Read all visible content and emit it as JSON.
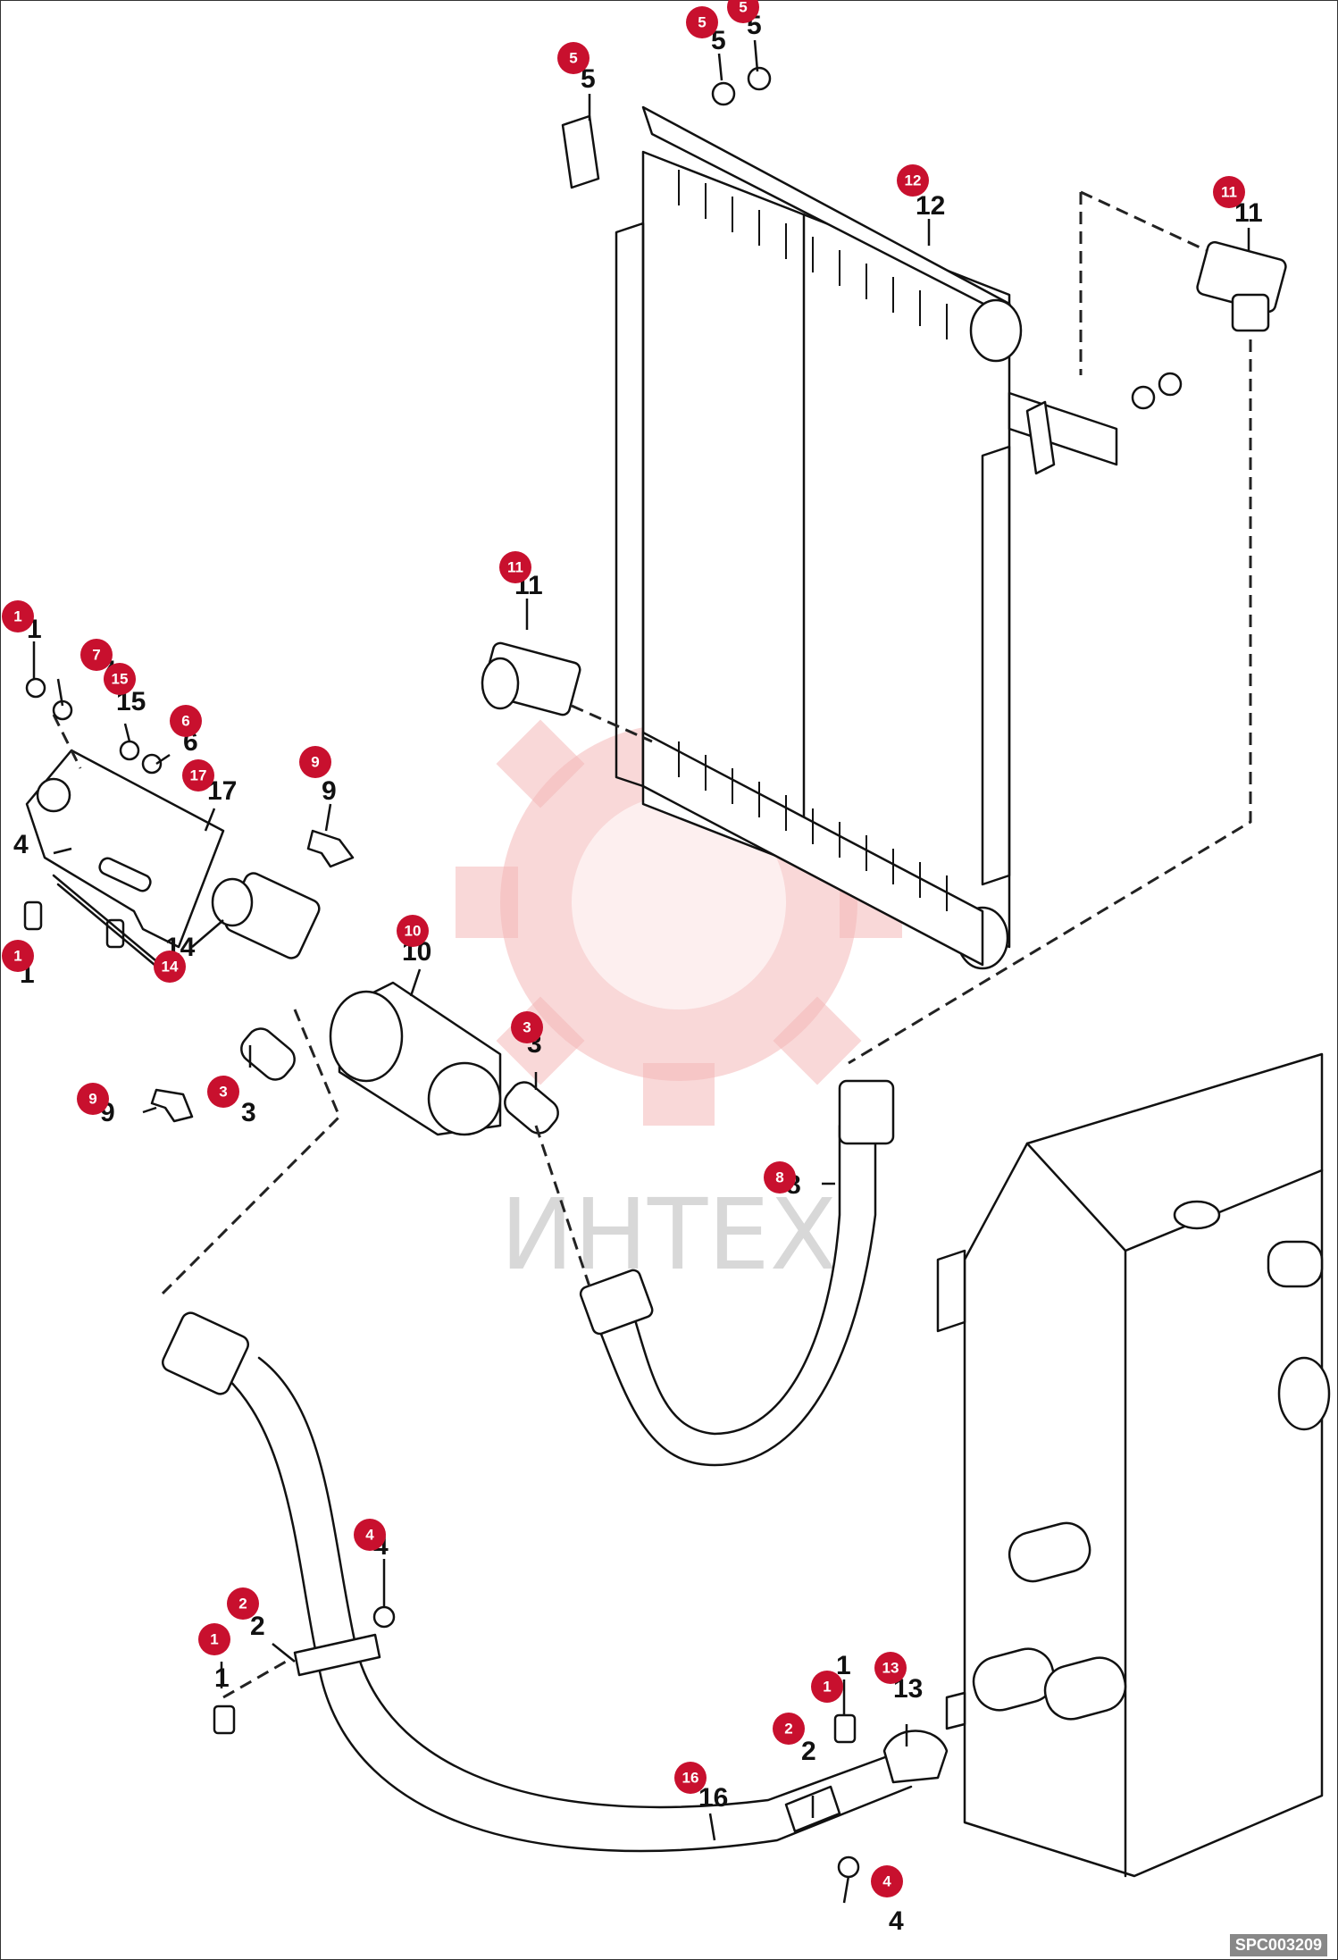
{
  "watermark": "ИНТЕХ",
  "code": "SPC003209",
  "parts": [
    {
      "n": "1"
    },
    {
      "n": "1"
    },
    {
      "n": "1"
    },
    {
      "n": "1"
    },
    {
      "n": "2"
    },
    {
      "n": "2"
    },
    {
      "n": "3"
    },
    {
      "n": "3"
    },
    {
      "n": "4"
    },
    {
      "n": "4"
    },
    {
      "n": "4"
    },
    {
      "n": "5"
    },
    {
      "n": "5"
    },
    {
      "n": "5"
    },
    {
      "n": "6"
    },
    {
      "n": "7"
    },
    {
      "n": "8"
    },
    {
      "n": "9"
    },
    {
      "n": "9"
    },
    {
      "n": "10"
    },
    {
      "n": "11"
    },
    {
      "n": "11"
    },
    {
      "n": "12"
    },
    {
      "n": "13"
    },
    {
      "n": "14"
    },
    {
      "n": "15"
    },
    {
      "n": "16"
    },
    {
      "n": "17"
    }
  ]
}
